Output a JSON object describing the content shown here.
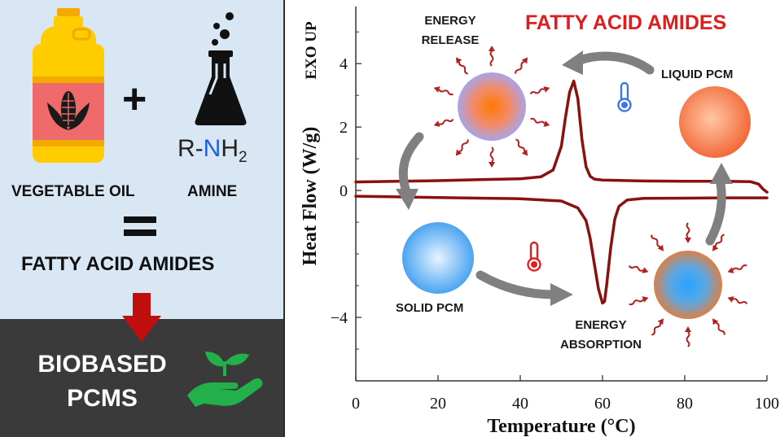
{
  "left_panel": {
    "vegetable_oil_label": "VEGETABLE OIL",
    "amine_label": "AMINE",
    "amine_formula": {
      "prefix": "R-",
      "n": "N",
      "h": "H",
      "sub": "2"
    },
    "result_label": "FATTY ACID AMIDES",
    "biobased_line1": "BIOBASED",
    "biobased_line2": "PCMS"
  },
  "annotations": {
    "energy_release_line1": "ENERGY",
    "energy_release_line2": "RELEASE",
    "liquid_pcm": "LIQUID PCM",
    "solid_pcm": "SOLID PCM",
    "energy_absorption_line1": "ENERGY",
    "energy_absorption_line2": "ABSORPTION"
  },
  "colors": {
    "curve": "#8b1010",
    "title": "#e11c1c",
    "arrow_gray": "#808080",
    "down_arrow": "#c00d0d",
    "hand_plant": "#22b04a"
  },
  "chart_data": {
    "type": "line",
    "title": "FATTY ACID AMIDES",
    "xlabel": "Temperature (°C)",
    "ylabel": "Heat Flow (W/g)",
    "ylabel_top": "EXO UP",
    "xlim": [
      0,
      100
    ],
    "ylim": [
      -6,
      5.8
    ],
    "xticks": [
      0,
      20,
      40,
      60,
      80,
      100
    ],
    "yticks": [
      -4,
      0,
      2,
      4
    ],
    "grid": false,
    "series": [
      {
        "x": [
          0,
          10,
          20,
          30,
          40,
          45,
          48,
          50,
          51,
          52,
          53,
          54,
          55,
          56,
          57,
          58,
          60,
          70,
          80,
          90,
          96,
          98,
          99,
          100
        ],
        "y": [
          0.27,
          0.29,
          0.31,
          0.34,
          0.37,
          0.43,
          0.65,
          1.4,
          2.3,
          3.1,
          3.45,
          2.9,
          1.6,
          0.75,
          0.45,
          0.36,
          0.33,
          0.3,
          0.29,
          0.29,
          0.28,
          0.2,
          0.05,
          -0.05
        ]
      },
      {
        "x": [
          0,
          10,
          20,
          30,
          40,
          50,
          54,
          56,
          57,
          58,
          59,
          60,
          60.5,
          61,
          62,
          63,
          64,
          66,
          70,
          80,
          90,
          100
        ],
        "y": [
          -0.18,
          -0.2,
          -0.22,
          -0.24,
          -0.26,
          -0.33,
          -0.55,
          -0.95,
          -1.5,
          -2.3,
          -3.1,
          -3.55,
          -3.5,
          -3.0,
          -1.8,
          -0.9,
          -0.5,
          -0.3,
          -0.25,
          -0.24,
          -0.23,
          -0.23
        ]
      }
    ]
  }
}
